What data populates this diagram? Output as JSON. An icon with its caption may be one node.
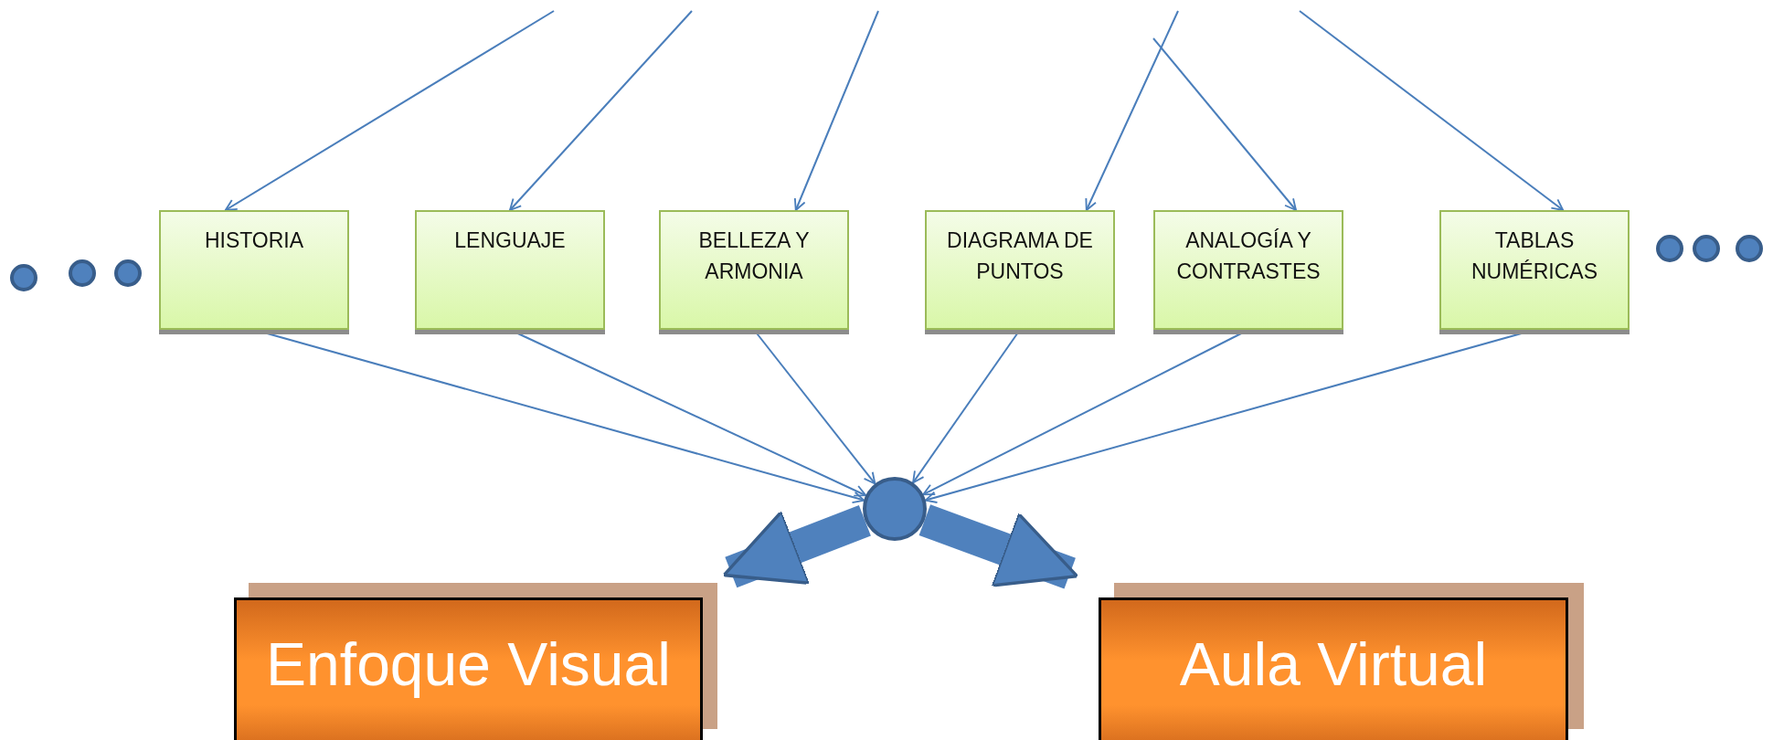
{
  "diagram": {
    "nodes": [
      {
        "text": [],
        "shape": "circle"
      },
      {
        "text": [],
        "shape": "circle"
      },
      {
        "text": [],
        "shape": "circle"
      },
      {
        "text": [
          "HISTORIA"
        ]
      },
      {
        "text": [
          "LENGUAJE"
        ]
      },
      {
        "text": [
          "BELLEZA Y ARMONIA"
        ]
      },
      {
        "text": [
          "DIAGRAMA DE PUNTOS"
        ]
      },
      {
        "text": [
          "ANALOGÍA Y CONTRASTES"
        ]
      },
      {
        "text": [
          "TABLAS NUMÉRICAS"
        ]
      },
      {
        "text": [],
        "shape": "circle"
      },
      {
        "text": [],
        "shape": "circle"
      },
      {
        "text": [],
        "shape": "circle"
      },
      {
        "text": [],
        "shape": "circle"
      },
      {
        "text": [
          "Enfoque Visual"
        ]
      },
      {
        "text": [
          "Aula Virtual"
        ]
      }
    ],
    "edges": [
      {
        "from": null,
        "to": 3,
        "arrow": "to"
      },
      {
        "from": null,
        "to": 4,
        "arrow": "to"
      },
      {
        "from": null,
        "to": 5,
        "arrow": "to"
      },
      {
        "from": null,
        "to": 6,
        "arrow": "to"
      },
      {
        "from": null,
        "to": 7,
        "arrow": "to"
      },
      {
        "from": null,
        "to": 8,
        "arrow": "to"
      },
      {
        "from": 3,
        "to": 12,
        "arrow": "to"
      },
      {
        "from": 4,
        "to": 12,
        "arrow": "to"
      },
      {
        "from": 5,
        "to": 12,
        "arrow": "to"
      },
      {
        "from": 6,
        "to": 12,
        "arrow": "to"
      },
      {
        "from": 7,
        "to": 12,
        "arrow": "to"
      },
      {
        "from": 8,
        "to": 12,
        "arrow": "to"
      },
      {
        "from": 12,
        "to": 13,
        "arrow": "to",
        "style": "thick"
      },
      {
        "from": 12,
        "to": 14,
        "arrow": "to",
        "style": "thick"
      }
    ]
  }
}
